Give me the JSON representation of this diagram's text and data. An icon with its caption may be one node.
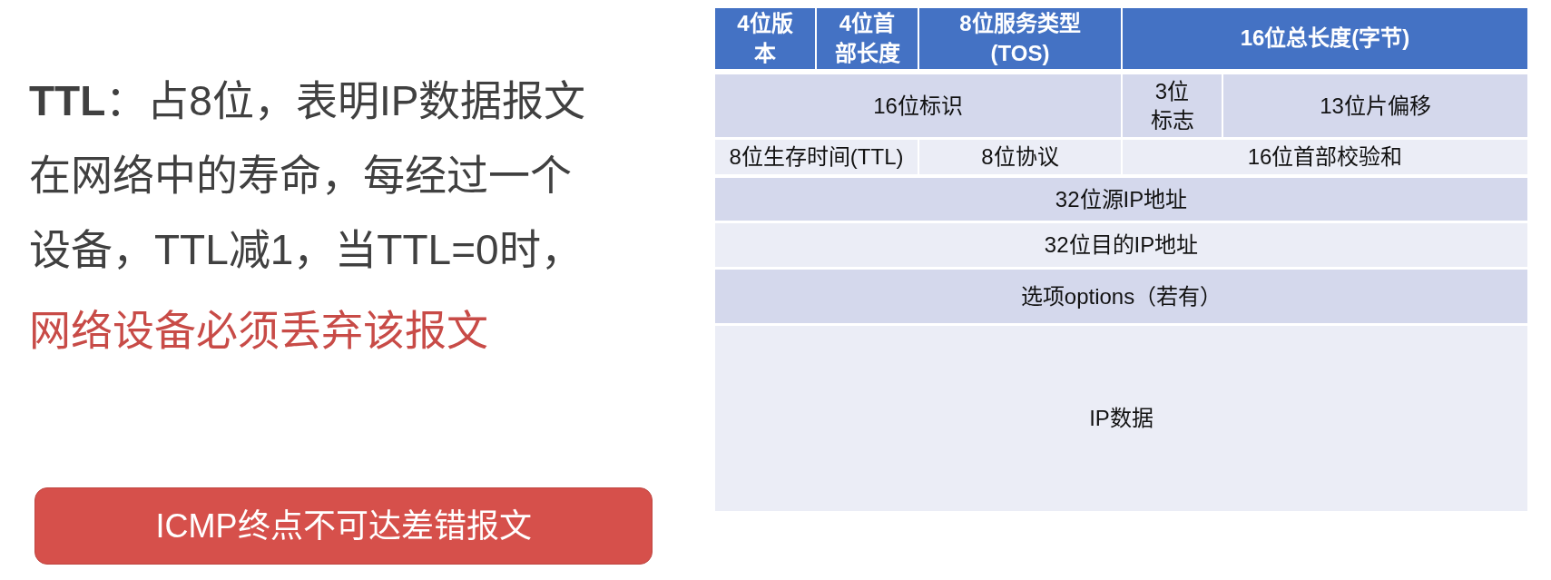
{
  "diagram": {
    "nodes": [
      {
        "text": [
          "ICMP终点不可达差错报文"
        ]
      },
      {
        "text": [
          "4位版本"
        ]
      },
      {
        "text": [
          "4位首部长度"
        ]
      },
      {
        "text": [
          "8位服务类型(TOS)"
        ]
      },
      {
        "text": [
          "16位总长度(字节)"
        ]
      },
      {
        "text": [
          "16位标识"
        ]
      },
      {
        "text": [
          "3位标志"
        ]
      },
      {
        "text": [
          "13位片偏移"
        ]
      },
      {
        "text": [
          "8位生存时间(TTL)"
        ]
      },
      {
        "text": [
          "8位协议"
        ]
      },
      {
        "text": [
          "16位首部校验和"
        ]
      },
      {
        "text": [
          "32位源IP地址"
        ]
      },
      {
        "text": [
          "32位目的IP地址"
        ]
      },
      {
        "text": [
          "选项options（若有）"
        ]
      },
      {
        "text": [
          "IP数据"
        ]
      }
    ],
    "labels": [
      "**TTL**：占8位，表明IP数据报文在网络中的寿命，每经过一个设备，TTL减1，当TTL=0时，",
      "网络设备必须丢弃该报文"
    ]
  }
}
